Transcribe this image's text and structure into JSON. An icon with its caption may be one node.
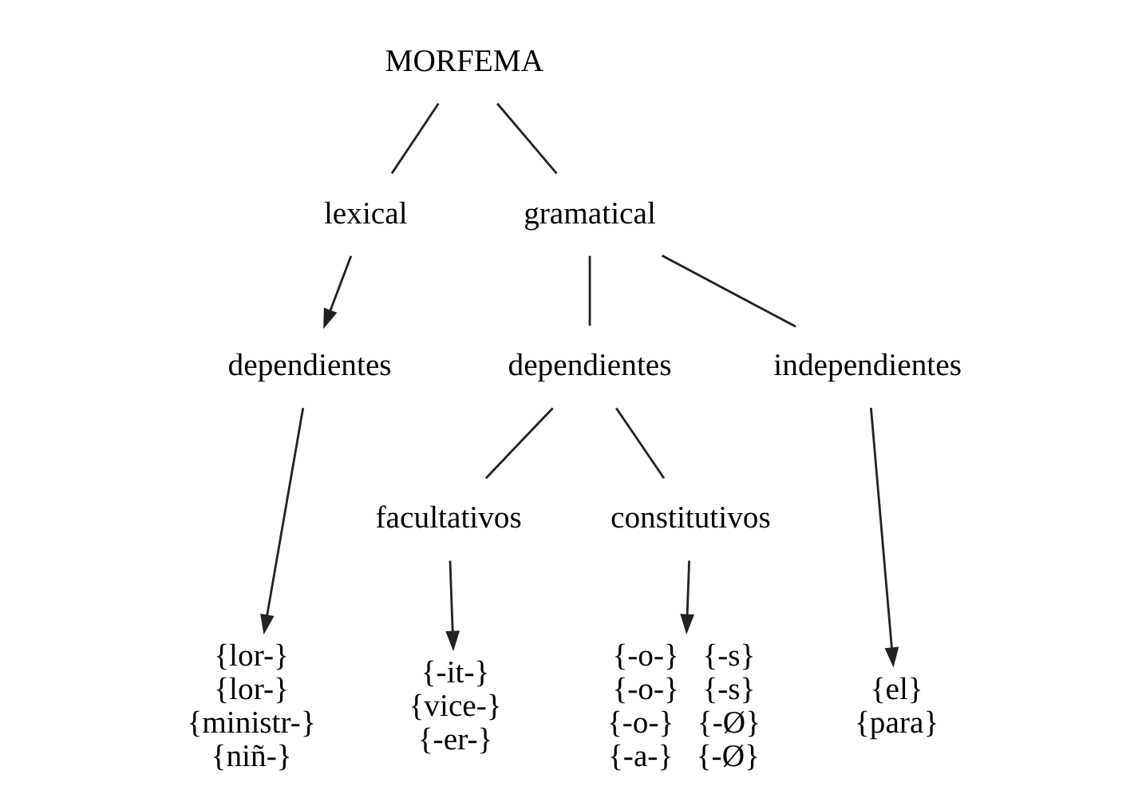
{
  "diagram": {
    "nodes": [
      {
        "text": [
          "MORFEMA"
        ]
      },
      {
        "text": [
          "lexical"
        ]
      },
      {
        "text": [
          "gramatical"
        ]
      },
      {
        "text": [
          "dependientes"
        ]
      },
      {
        "text": [
          "dependientes"
        ]
      },
      {
        "text": [
          "independientes"
        ]
      },
      {
        "text": [
          "facultativos"
        ]
      },
      {
        "text": [
          "constitutivos"
        ]
      },
      {
        "text": [
          "{lor-}",
          "{lor-}",
          "{ministr-}",
          "{niñ-}"
        ]
      },
      {
        "text": [
          "{-it-}",
          "{vice-}",
          "{-er-}"
        ]
      },
      {
        "text": [
          "{-o-}   {-s}",
          "{-o-}   {-s}",
          "{-o-}   {-Ø}",
          "{-a-}   {-Ø}"
        ]
      },
      {
        "text": [
          "{el}",
          "{para}"
        ]
      }
    ],
    "edges": [
      {
        "from": 0,
        "to": 1,
        "arrow": "none"
      },
      {
        "from": 0,
        "to": 2,
        "arrow": "none"
      },
      {
        "from": 1,
        "to": 3,
        "arrow": "to"
      },
      {
        "from": 2,
        "to": 4,
        "arrow": "none"
      },
      {
        "from": 2,
        "to": 5,
        "arrow": "none"
      },
      {
        "from": 3,
        "to": 8,
        "arrow": "to"
      },
      {
        "from": 4,
        "to": 6,
        "arrow": "none"
      },
      {
        "from": 4,
        "to": 7,
        "arrow": "none"
      },
      {
        "from": 6,
        "to": 9,
        "arrow": "to"
      },
      {
        "from": 7,
        "to": 10,
        "arrow": "to"
      },
      {
        "from": 5,
        "to": 11,
        "arrow": "to"
      }
    ]
  }
}
